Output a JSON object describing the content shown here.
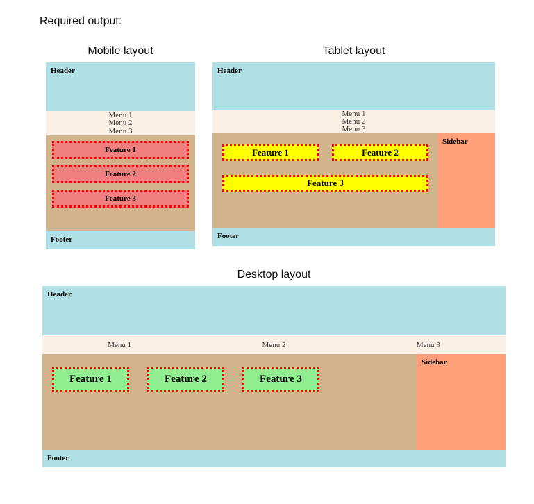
{
  "page": {
    "heading": "Required output:"
  },
  "colors": {
    "header_footer": "#b0e0e6",
    "menu": "#faf0e6",
    "main": "#d2b48c",
    "sidebar": "#ffa07a",
    "feature_mobile": "#f08080",
    "feature_tablet": "#ffff00",
    "feature_desktop": "#90ee90",
    "feature_border": "#ff0000"
  },
  "layouts": {
    "mobile": {
      "title": "Mobile layout",
      "header": "Header",
      "menu": [
        "Menu 1",
        "Menu 2",
        "Menu 3"
      ],
      "features": [
        "Feature 1",
        "Feature 2",
        "Feature 3"
      ],
      "footer": "Footer"
    },
    "tablet": {
      "title": "Tablet layout",
      "header": "Header",
      "menu": [
        "Menu 1",
        "Menu 2",
        "Menu 3"
      ],
      "features": [
        "Feature 1",
        "Feature 2",
        "Feature 3"
      ],
      "sidebar": "Sidebar",
      "footer": "Footer"
    },
    "desktop": {
      "title": "Desktop layout",
      "header": "Header",
      "menu": [
        "Menu 1",
        "Menu 2",
        "Menu 3"
      ],
      "features": [
        "Feature 1",
        "Feature 2",
        "Feature 3"
      ],
      "sidebar": "Sidebar",
      "footer": "Footer"
    }
  }
}
